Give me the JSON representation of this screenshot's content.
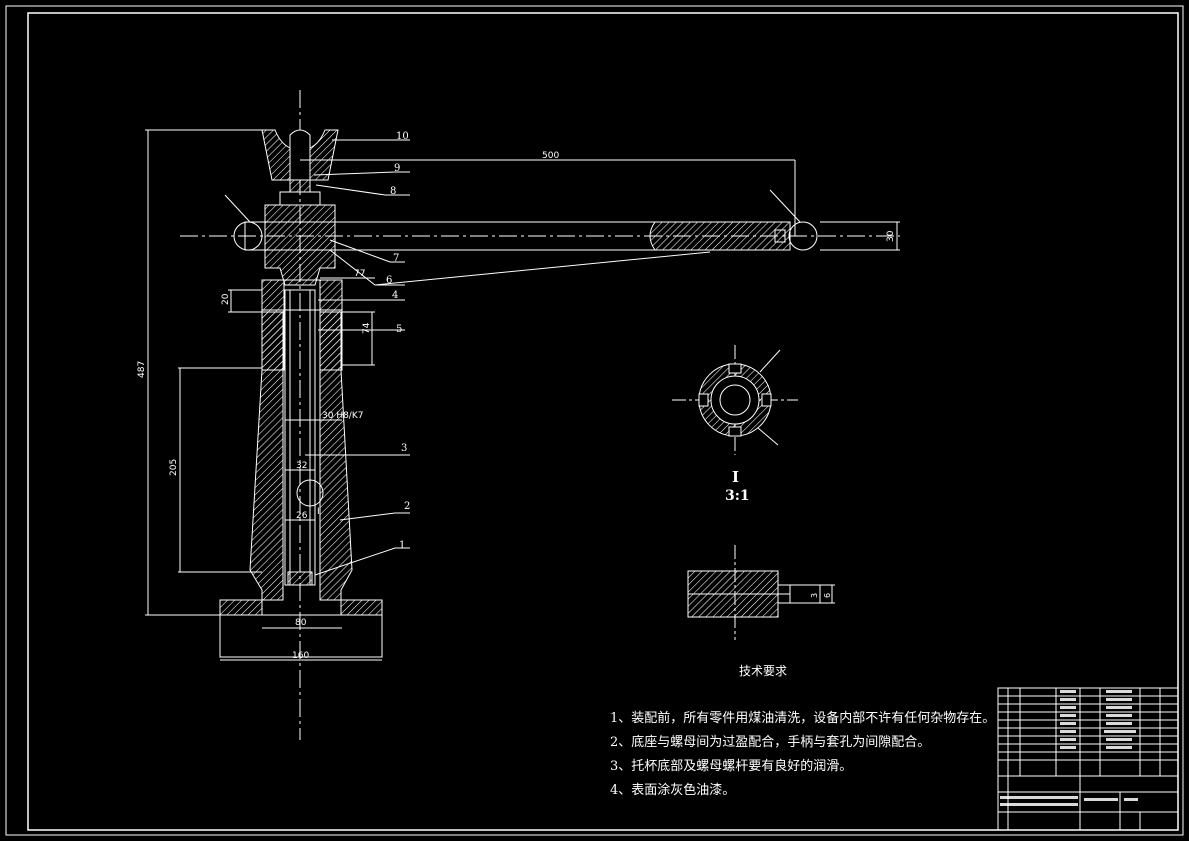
{
  "labels": {
    "part_numbers": [
      "1",
      "2",
      "3",
      "4",
      "5",
      "6",
      "7",
      "8",
      "9",
      "10"
    ],
    "dim_500": "500",
    "dim_30": "30",
    "dim_77": "77",
    "dim_20": "20",
    "dim_74": "74",
    "dim_487": "487",
    "dim_205": "205",
    "dim_fit": "30 H8/K7",
    "dim_32": "32",
    "dim_26": "26",
    "dim_80": "80",
    "dim_160": "160",
    "dim_3": "3",
    "dim_6": "6",
    "detail_callout": "I",
    "detail_name": "I",
    "detail_scale": "3:1"
  },
  "tech_requirements": {
    "title": "技术要求",
    "items": [
      "1、装配前，所有零件用煤油清洗，设备内部不许有任何杂物存在。",
      "2、底座与螺母间为过盈配合，手柄与套孔为间隙配合。",
      "3、托杯底部及螺母螺杆要有良好的润滑。",
      "4、表面涂灰色油漆。"
    ]
  }
}
